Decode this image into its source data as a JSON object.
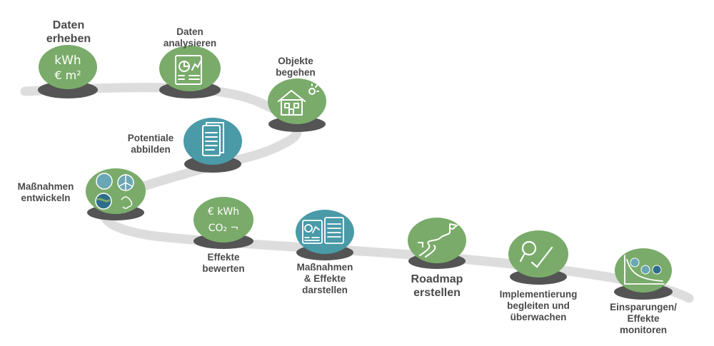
{
  "steps": [
    {
      "id": "daten-erheben",
      "lines": [
        "Daten",
        "erheben"
      ]
    },
    {
      "id": "daten-analysieren",
      "lines": [
        "Daten",
        "analysieren"
      ]
    },
    {
      "id": "objekte-begehen",
      "lines": [
        "Objekte",
        "begehen"
      ]
    },
    {
      "id": "potentiale-abbilden",
      "lines": [
        "Potentiale",
        "abbilden"
      ]
    },
    {
      "id": "massnahmen-entwickeln",
      "lines": [
        "Maßnahmen",
        "entwickeln"
      ]
    },
    {
      "id": "effekte-bewerten",
      "lines": [
        "Effekte",
        "bewerten"
      ]
    },
    {
      "id": "massnahmen-effekte-darstellen",
      "lines": [
        "Maßnahmen",
        "& Effekte",
        "darstellen"
      ]
    },
    {
      "id": "roadmap-erstellen",
      "lines": [
        "Roadmap",
        "erstellen"
      ]
    },
    {
      "id": "implementierung",
      "lines": [
        "Implementierung",
        "begleiten und",
        "überwachen"
      ]
    },
    {
      "id": "einsparungen-monitoren",
      "lines": [
        "Einsparungen/",
        "Effekte",
        "monitoren"
      ]
    }
  ],
  "icon_text": {
    "kwh": "kWh",
    "euro_m2": "€ m²",
    "euro_kwh": "€ kWh",
    "co2_h2o": "CO₂ ¬"
  },
  "colors": {
    "green": "#7aab6a",
    "blue": "#4a9aa8",
    "shadow": "#545454",
    "path": "#dddddd",
    "text": "#4a4a4a"
  }
}
